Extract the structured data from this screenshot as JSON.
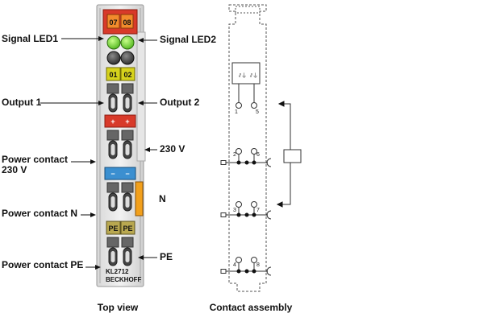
{
  "left_labels": {
    "signal_led1": "Signal LED1",
    "output1": "Output 1",
    "power_contact_230v_line1": "Power contact",
    "power_contact_230v_line2": "230 V",
    "power_contact_n": "Power contact N",
    "power_contact_pe": "Power contact PE"
  },
  "right_labels": {
    "signal_led2": "Signal LED2",
    "output2": "Output 2",
    "v230": "230 V",
    "n": "N",
    "pe": "PE"
  },
  "module": {
    "led_label_1": "07",
    "led_label_2": "08",
    "out_label_1": "01",
    "out_label_2": "02",
    "plus_1": "+",
    "plus_2": "+",
    "minus_1": "−",
    "minus_2": "−",
    "pe_1": "PE",
    "pe_2": "PE",
    "model": "KL2712",
    "brand": "BECKHOFF"
  },
  "contacts": {
    "n1": "1",
    "n2": "2",
    "n3": "3",
    "n4": "4",
    "n5": "5",
    "n6": "6",
    "n7": "7",
    "n8": "8"
  },
  "captions": {
    "top_view": "Top view",
    "contact_assembly": "Contact assembly"
  }
}
